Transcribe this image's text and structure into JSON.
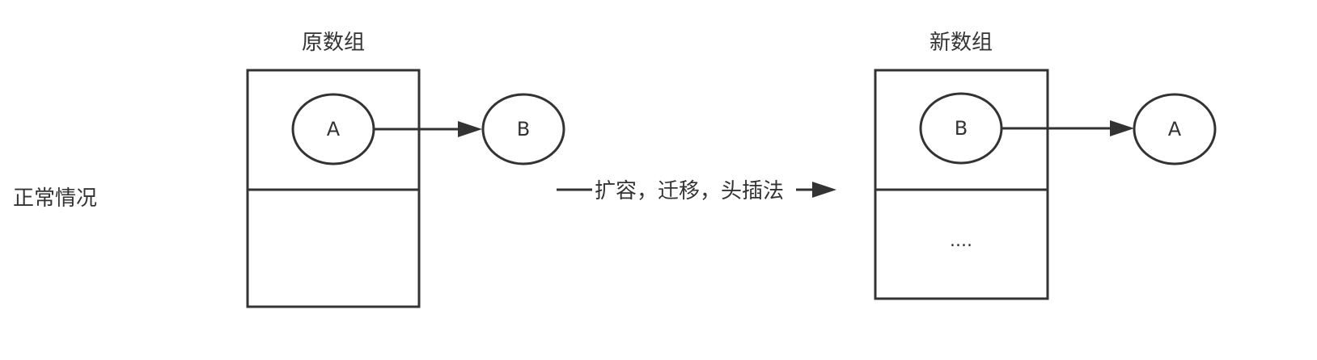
{
  "side_label": "正常情况",
  "original_array": {
    "title": "原数组",
    "slot0_node": "A",
    "chained_node": "B"
  },
  "transition": {
    "label": "扩容，迁移，头插法"
  },
  "new_array": {
    "title": "新数组",
    "slot0_node": "B",
    "chained_node": "A",
    "slot1_text": "...."
  }
}
